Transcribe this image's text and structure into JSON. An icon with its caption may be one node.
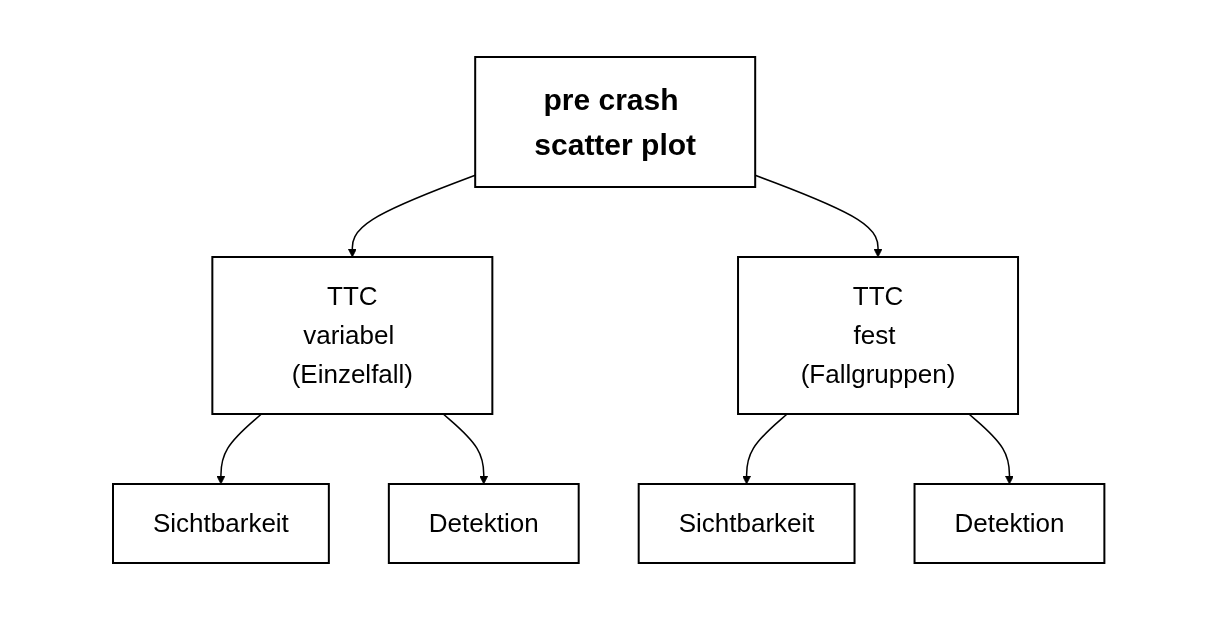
{
  "diagram": {
    "nodes": [
      {
        "text": [
          "pre crash scatter plot"
        ]
      },
      {
        "text": [
          "TTC",
          "variabel (Einzelfall)"
        ]
      },
      {
        "text": [
          "TTC",
          "fest (Fallgruppen)"
        ]
      },
      {
        "text": [
          "Sichtbarkeit"
        ]
      },
      {
        "text": [
          "Detektion"
        ]
      },
      {
        "text": [
          "Sichtbarkeit"
        ]
      },
      {
        "text": [
          "Detektion"
        ]
      }
    ],
    "edges": [
      {
        "from": 0,
        "to": 1,
        "arrow": "to"
      },
      {
        "from": 0,
        "to": 2,
        "arrow": "to"
      },
      {
        "from": 1,
        "to": 3,
        "arrow": "to"
      },
      {
        "from": 1,
        "to": 4,
        "arrow": "to"
      },
      {
        "from": 2,
        "to": 5,
        "arrow": "to"
      },
      {
        "from": 2,
        "to": 6,
        "arrow": "to"
      }
    ]
  }
}
